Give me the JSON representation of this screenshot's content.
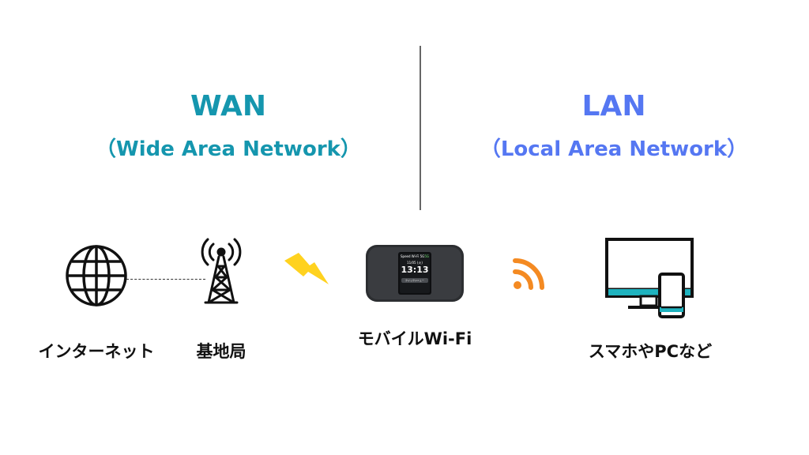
{
  "wan": {
    "title": "WAN",
    "subtitle": "（Wide Area Network）",
    "color": "#1596ae"
  },
  "lan": {
    "title": "LAN",
    "subtitle": "（Local Area Network）",
    "color": "#5577f2"
  },
  "divider_color": "#666666",
  "device_screen": {
    "time": "13:13",
    "top_left": "Speed Wi-Fi 5G",
    "top_right": "5G",
    "date": "11/05 (火)",
    "bottom": "クイックメニュー"
  },
  "nodes": [
    {
      "id": "internet",
      "label": "インターネット",
      "icon": "globe-icon"
    },
    {
      "id": "base-station",
      "label": "基地局",
      "icon": "antenna-tower-icon"
    },
    {
      "id": "mobile-wifi",
      "label": "モバイルWi-Fi",
      "icon": "mobile-router-icon"
    },
    {
      "id": "devices",
      "label": "スマホやPCなど",
      "icon": "pc-smartphone-icon"
    }
  ],
  "link_icons": {
    "wireless_signal": {
      "icon": "lightning-icon",
      "color": "#ffd21f"
    },
    "wifi_signal": {
      "icon": "wifi-signal-icon",
      "color": "#f48a22"
    }
  },
  "accent_colors": {
    "monitor_stand": "#1fb3bf"
  }
}
